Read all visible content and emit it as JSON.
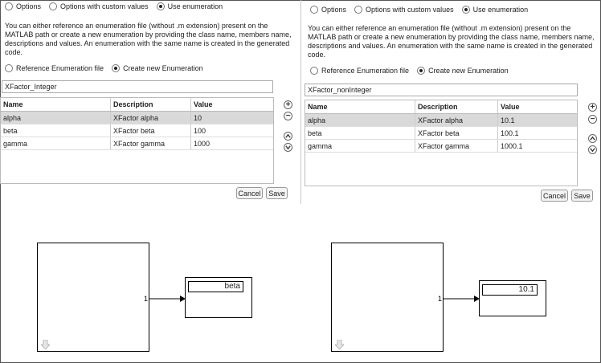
{
  "options": [
    "Options",
    "Options with custom values",
    "Use enumeration"
  ],
  "selected_option": 2,
  "description": [
    "You can either reference an enumeration file (without .m extension) present on the",
    "MATLAB path or create a new enumeration by providing the class name, members name,",
    "descriptions and values. An enumeration with the same name is created in the generated",
    "code."
  ],
  "enum_source": [
    "Reference Enumeration file",
    "Create new Enumeration"
  ],
  "selected_source": 1,
  "columns": [
    "Name",
    "Description",
    "Value"
  ],
  "buttons": {
    "cancel": "Cancel",
    "save": "Save"
  },
  "side_buttons": {
    "add": "+",
    "remove": "−"
  },
  "left": {
    "enum_name": "XFactor_Integer",
    "rows": [
      {
        "name": "alpha",
        "description": "XFactor alpha",
        "value": "10"
      },
      {
        "name": "beta",
        "description": "XFactor beta",
        "value": "100"
      },
      {
        "name": "gamma",
        "description": "XFactor gamma",
        "value": "1000"
      }
    ],
    "port_label": "1",
    "display_value": "beta"
  },
  "right": {
    "enum_name": "XFactor_nonInteger",
    "rows": [
      {
        "name": "alpha",
        "description": "XFactor alpha",
        "value": "10.1"
      },
      {
        "name": "beta",
        "description": "XFactor beta",
        "value": "100.1"
      },
      {
        "name": "gamma",
        "description": "XFactor gamma",
        "value": "1000.1"
      }
    ],
    "port_label": "1",
    "display_value": "10.1"
  },
  "colors": {
    "selected_row": "#d9d9d9",
    "border": "#bbbbbb"
  },
  "icons": [
    "plus-icon",
    "minus-icon",
    "chevron-up-icon",
    "chevron-down-icon",
    "down-arrow-icon"
  ]
}
